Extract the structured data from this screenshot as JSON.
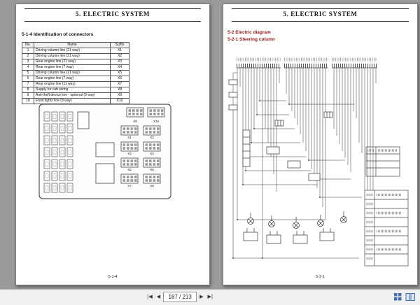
{
  "left_page": {
    "header": "5. ELECTRIC SYSTEM",
    "section_title": "5-1-4 Identification of connectors",
    "table": {
      "headers": [
        "No.",
        "Name",
        "Suffix"
      ],
      "rows": [
        [
          "1",
          "Driving column line (21 way)",
          "X1"
        ],
        [
          "2",
          "Driving column line (21 way)",
          "X2"
        ],
        [
          "3",
          "Rear engine line (21 way)",
          "X3"
        ],
        [
          "4",
          "Rear engine line (7 way)",
          "X4"
        ],
        [
          "5",
          "Driving column line (21 way)",
          "X5"
        ],
        [
          "6",
          "Rear engine line (7 way)",
          "X6"
        ],
        [
          "7",
          "Rear engine line (11 way)",
          "X7"
        ],
        [
          "8",
          "Supply for cab wiring",
          "X8"
        ],
        [
          "9",
          "Anti-theft device line - optional (9 way)",
          "X9"
        ],
        [
          "10",
          "Front lights line (9 way)",
          "X10"
        ]
      ]
    },
    "connector_labels": [
      "X1",
      "X2",
      "X3",
      "X4",
      "X5",
      "X6",
      "X7",
      "X8",
      "X9",
      "X10"
    ],
    "footer": "5-1-4"
  },
  "right_page": {
    "header": "5. ELECTRIC SYSTEM",
    "section_title": "5-2 Electric diagram",
    "subsection_title": "5-2-1 Steering column",
    "footer": "5-2-1"
  },
  "toolbar": {
    "first_label": "|◀",
    "prev_label": "◀",
    "page_indicator": "187 / 213",
    "next_label": "▶",
    "last_label": "▶|"
  },
  "colors": {
    "accent_red": "#8a1616",
    "toolbar_icon_blue": "#3f6fb5",
    "background_gray": "#9a9a9a"
  }
}
